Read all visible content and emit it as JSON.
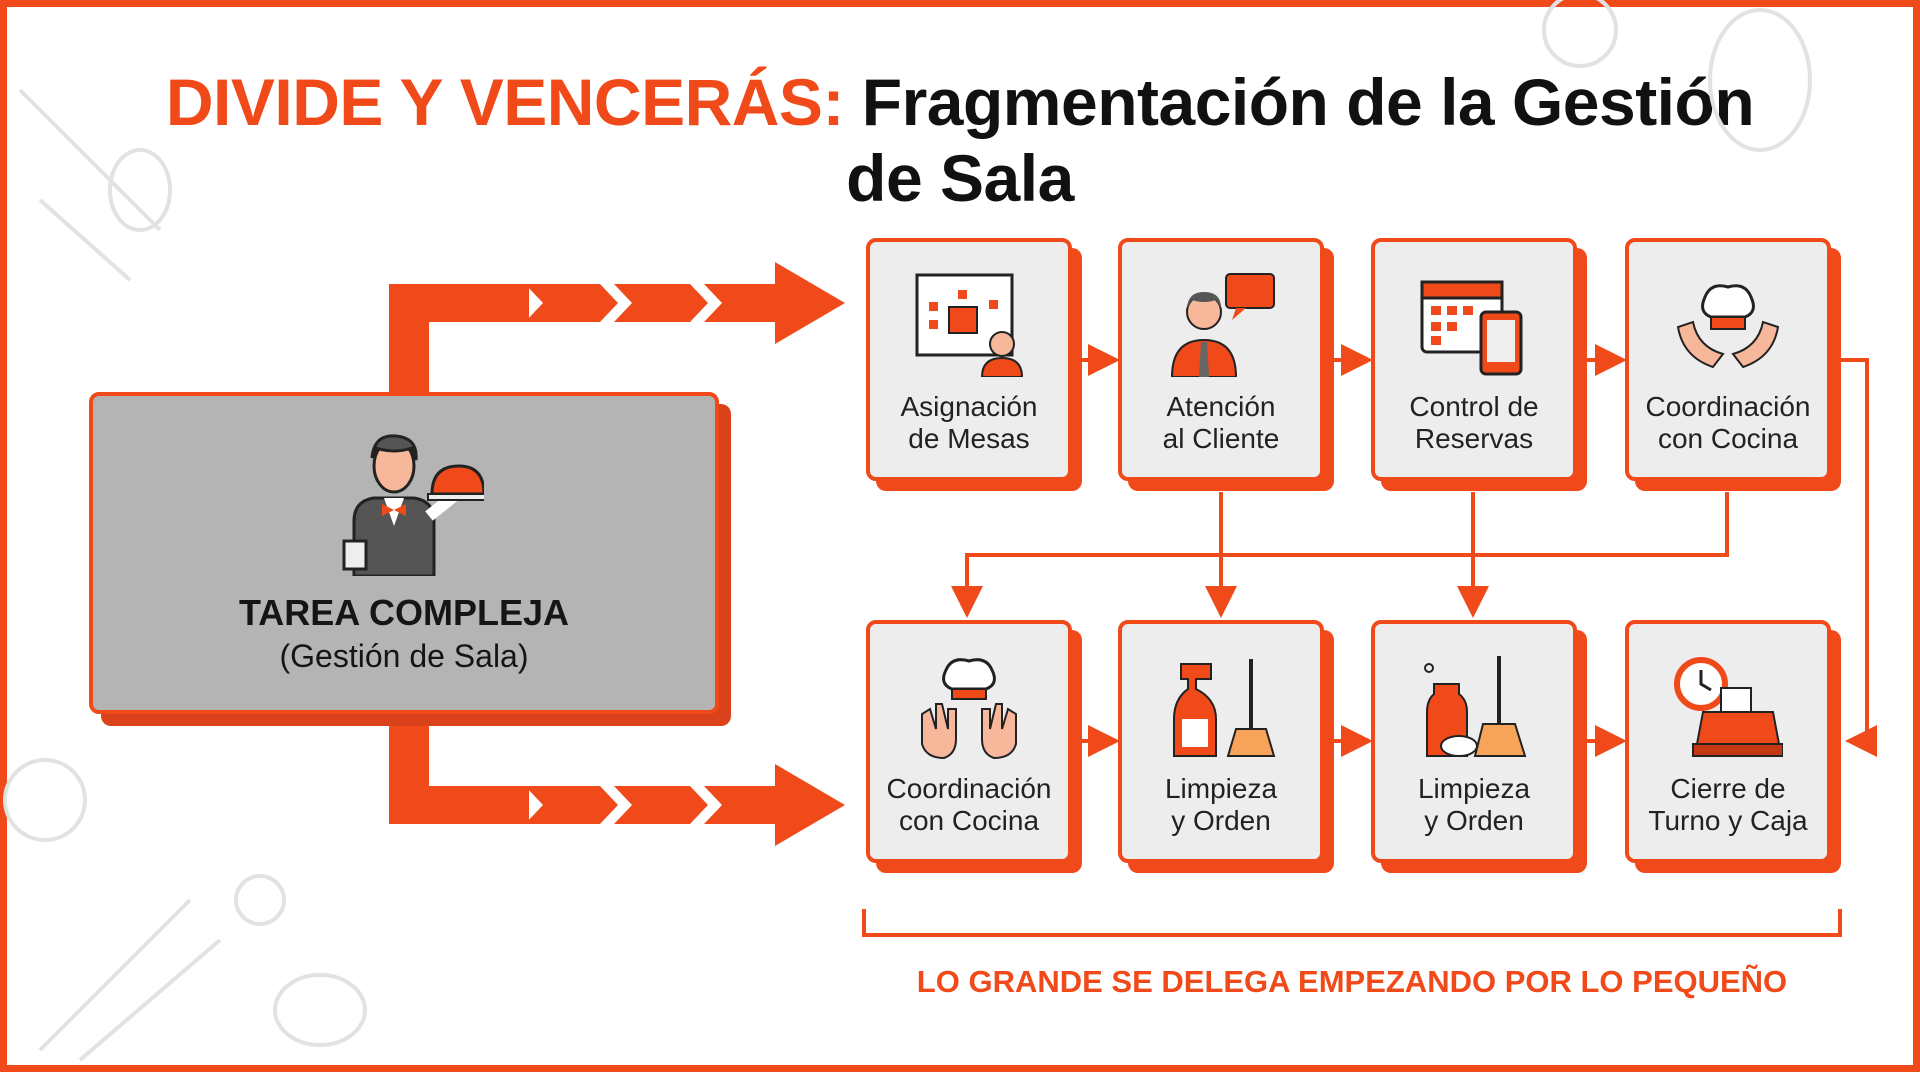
{
  "title": {
    "accent": "DIVIDE Y VENCERÁS:",
    "line1": "Fragmentación de la Gestión",
    "line2": "de Sala"
  },
  "main_task": {
    "heading": "TAREA COMPLEJA",
    "subheading": "(Gestión de Sala)",
    "icon": "waiter-icon"
  },
  "steps_top": [
    {
      "line1": "Asignación",
      "line2": "de Mesas",
      "icon": "table-layout-icon"
    },
    {
      "line1": "Atención",
      "line2": "al Cliente",
      "icon": "customer-chat-icon"
    },
    {
      "line1": "Control de",
      "line2": "Reservas",
      "icon": "calendar-phone-icon"
    },
    {
      "line1": "Coordinación",
      "line2": "con Cocina",
      "icon": "chef-hat-hands-icon"
    }
  ],
  "steps_bottom": [
    {
      "line1": "Coordinación",
      "line2": "con Cocina",
      "icon": "chef-hat-hands-icon"
    },
    {
      "line1": "Limpieza",
      "line2": "y Orden",
      "icon": "spray-broom-icon"
    },
    {
      "line1": "Limpieza",
      "line2": "y Orden",
      "icon": "cleaning-supplies-icon"
    },
    {
      "line1": "Cierre de",
      "line2": "Turno y Caja",
      "icon": "cash-register-clock-icon"
    }
  ],
  "footer": "LO GRANDE SE DELEGA EMPEZANDO POR LO PEQUEÑO",
  "colors": {
    "accent": "#f04a1a",
    "card": "#ededed",
    "main_card": "#b4b4b4"
  }
}
